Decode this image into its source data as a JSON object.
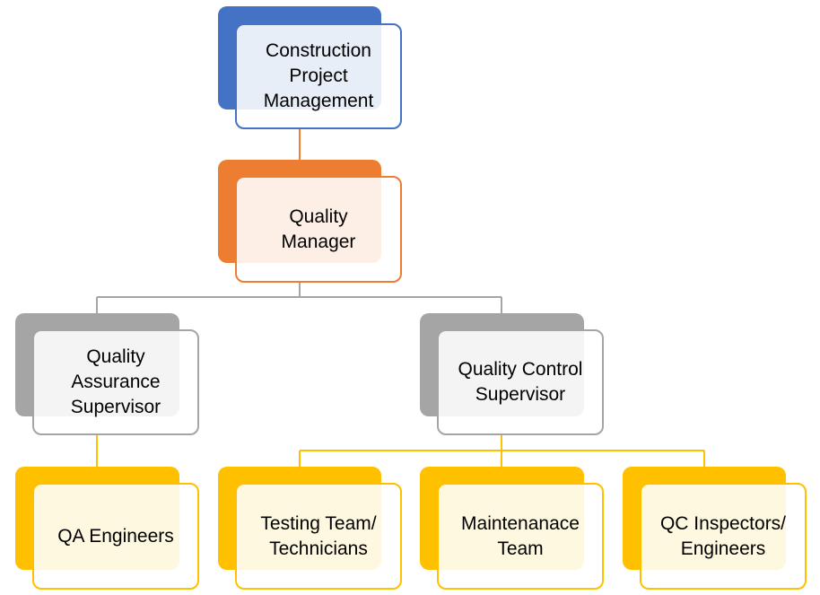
{
  "colors": {
    "blue_back": "#4472C4",
    "blue_front_fill": "rgba(255,255,255,0.88)",
    "blue_border": "#4472C4",
    "orange_back": "#ED7D31",
    "orange_front_fill": "rgba(255,255,255,0.88)",
    "orange_border": "#ED7D31",
    "gray_back": "#A5A5A5",
    "gray_front_fill": "rgba(255,255,255,0.88)",
    "gray_border": "#A5A5A5",
    "gold_back": "#FFC000",
    "gold_front_fill": "rgba(255,255,255,0.88)",
    "gold_border": "#FFC000"
  },
  "nodes": {
    "construction": {
      "text": "Construction\nProject\nManagement"
    },
    "quality_manager": {
      "text": "Quality\nManager"
    },
    "qa_supervisor": {
      "text": "Quality\nAssurance\nSupervisor"
    },
    "qc_supervisor": {
      "text": "Quality Control\nSupervisor"
    },
    "qa_engineers": {
      "text": "QA Engineers"
    },
    "testing_team": {
      "text": "Testing Team/\nTechnicians"
    },
    "maintenance_team": {
      "text": "Maintenanace\nTeam"
    },
    "qc_inspectors": {
      "text": "QC Inspectors/\nEngineers"
    }
  }
}
